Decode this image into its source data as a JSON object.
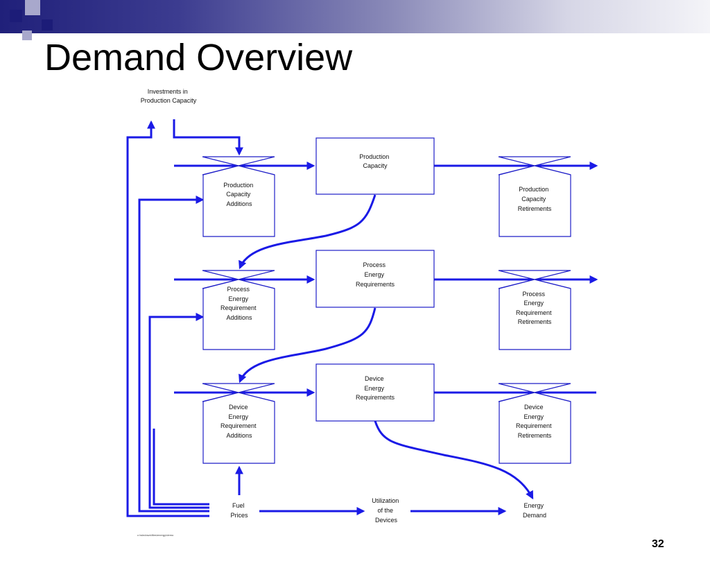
{
  "slide": {
    "title": "Demand Overview",
    "page_number": "32",
    "footnote": "c:\\windows\\files\\energy\\demo",
    "brand_colors": {
      "bar_dark": "#20207a",
      "square_navy": "#1c1c78",
      "square_light": "#a8a8cc",
      "flow_blue": "#1a1ae6"
    }
  },
  "diagram": {
    "top_label": [
      "Investments in",
      "Production Capacity"
    ],
    "stocks": [
      {
        "id": "production",
        "lines": [
          "Production",
          "Capacity"
        ]
      },
      {
        "id": "process",
        "lines": [
          "Process",
          "Energy",
          "Requirements"
        ]
      },
      {
        "id": "device",
        "lines": [
          "Device",
          "Energy",
          "Requirements"
        ]
      }
    ],
    "additions": [
      {
        "id": "production",
        "lines": [
          "Production",
          "Capacity",
          "Additions"
        ]
      },
      {
        "id": "process",
        "lines": [
          "Process",
          "Energy",
          "Requirement",
          "Additions"
        ]
      },
      {
        "id": "device",
        "lines": [
          "Device",
          "Energy",
          "Requirement",
          "Additions"
        ]
      }
    ],
    "retirements": [
      {
        "id": "production",
        "lines": [
          "Production",
          "Capacity",
          "Retirements"
        ]
      },
      {
        "id": "process",
        "lines": [
          "Process",
          "Energy",
          "Requirement",
          "Retirements"
        ]
      },
      {
        "id": "device",
        "lines": [
          "Device",
          "Energy",
          "Requirement",
          "Retirements"
        ]
      }
    ],
    "bottom": {
      "fuel": [
        "Fuel",
        "Prices"
      ],
      "utilization": [
        "Utilization",
        "of the",
        "Devices"
      ],
      "energy": [
        "Energy",
        "Demand"
      ]
    }
  }
}
